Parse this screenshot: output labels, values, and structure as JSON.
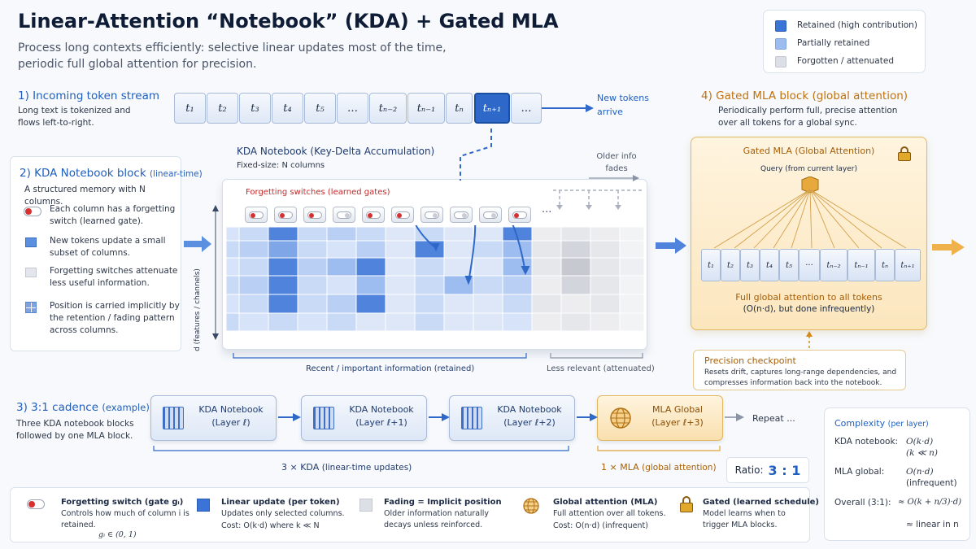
{
  "title": "Linear-Attention “Notebook” (KDA) + Gated MLA",
  "subtitle": "Process long contexts efficiently: selective linear updates most of the time, periodic full global attention for precision.",
  "legend": [
    {
      "label": "Retained (high contribution)",
      "color": "#3b73d6"
    },
    {
      "label": "Partially retained",
      "color": "#9dbcf0"
    },
    {
      "label": "Forgotten / attenuated",
      "color": "#dcdfe6"
    }
  ],
  "section1": {
    "title": "1) Incoming token stream",
    "desc": "Long text is tokenized and flows left-to-right.",
    "tokens": [
      "t₁",
      "t₂",
      "t₃",
      "t₄",
      "t₅",
      "…",
      "tₙ₋₂",
      "tₙ₋₁",
      "tₙ",
      "tₙ₊₁",
      "…"
    ],
    "new_tokens": "New tokens arrive"
  },
  "section2": {
    "title": "2) KDA Notebook block",
    "title_small": "(linear-time)",
    "desc": "A structured memory with N columns.",
    "items": [
      "Each column has a forgetting switch (learned gate).",
      "New tokens update a small subset of columns.",
      "Forgetting switches attenuate less useful information.",
      "Position is carried implicitly by the retention / fading pattern across columns."
    ]
  },
  "notebook": {
    "title": "KDA Notebook (Key-Delta Accumulation)",
    "subtitle": "Fixed-size: N columns",
    "switches_label": "Forgetting switches (learned gates)",
    "older_info": "Older info fades",
    "axis_label": "d (features / channels)",
    "recent_label": "Recent / important information (retained)",
    "less_label": "Less relevant (attenuated)",
    "ellipsis": "⋮",
    "dots": "···"
  },
  "section4": {
    "title": "4) Gated MLA block (global attention)",
    "desc": "Periodically perform full, precise attention over all tokens for a global sync.",
    "panel_title": "Gated MLA (Global Attention)",
    "query": "Query (from current layer)",
    "tokens": [
      "t₁",
      "t₂",
      "t₃",
      "t₄",
      "t₅",
      "···",
      "tₙ₋₂",
      "tₙ₋₁",
      "tₙ",
      "tₙ₊₁"
    ],
    "full_attention": "Full global attention to all tokens",
    "cost": "(O(n·d), but done infrequently)",
    "checkpoint_title": "Precision checkpoint",
    "checkpoint_desc": "Resets drift, captures long-range dependencies, and compresses information back into the notebook."
  },
  "section3": {
    "title": "3) 3:1 cadence",
    "title_small": "(example)",
    "desc": "Three KDA notebook blocks followed by one MLA block.",
    "blocks": [
      {
        "line1": "KDA Notebook",
        "line2": "(Layer ℓ)"
      },
      {
        "line1": "KDA Notebook",
        "line2": "(Layer ℓ+1)"
      },
      {
        "line1": "KDA Notebook",
        "line2": "(Layer ℓ+2)"
      },
      {
        "line1": "MLA Global",
        "line2": "(Layer ℓ+3)"
      }
    ],
    "repeat": "Repeat ...",
    "kda_count": "3 × KDA",
    "kda_count_small": "(linear-time updates)",
    "mla_count": "1 × MLA",
    "mla_count_small": "(global attention)",
    "ratio_label": "Ratio:",
    "ratio_value": "3 : 1"
  },
  "complexity": {
    "title": "Complexity",
    "title_small": "(per layer)",
    "kda_label": "KDA notebook:",
    "kda_value": "O(k·d)",
    "kda_note": "(k ≪ n)",
    "mla_label": "MLA global:",
    "mla_value": "O(n·d)",
    "mla_note": "(infrequent)",
    "overall_label": "Overall (3:1):",
    "overall_value": "≈ O(k + n/3)·d)",
    "linear": "≈ linear in n"
  },
  "bottom_legend": [
    {
      "title": "Forgetting switch (gate gᵢ)",
      "desc": "Controls how much of column i is retained.",
      "extra": "gᵢ ∈ (0, 1)"
    },
    {
      "title": "Linear update (per token)",
      "desc": "Updates only selected columns.",
      "extra": "Cost: O(k·d) where k ≪ N"
    },
    {
      "title": "Fading = Implicit position",
      "desc": "Older information naturally decays unless reinforced."
    },
    {
      "title": "Global attention (MLA)",
      "desc": "Full attention over all tokens.",
      "extra": "Cost: O(n·d) (infrequent)"
    },
    {
      "title": "Gated (learned schedule)",
      "desc": "Model learns when to trigger MLA blocks."
    }
  ]
}
